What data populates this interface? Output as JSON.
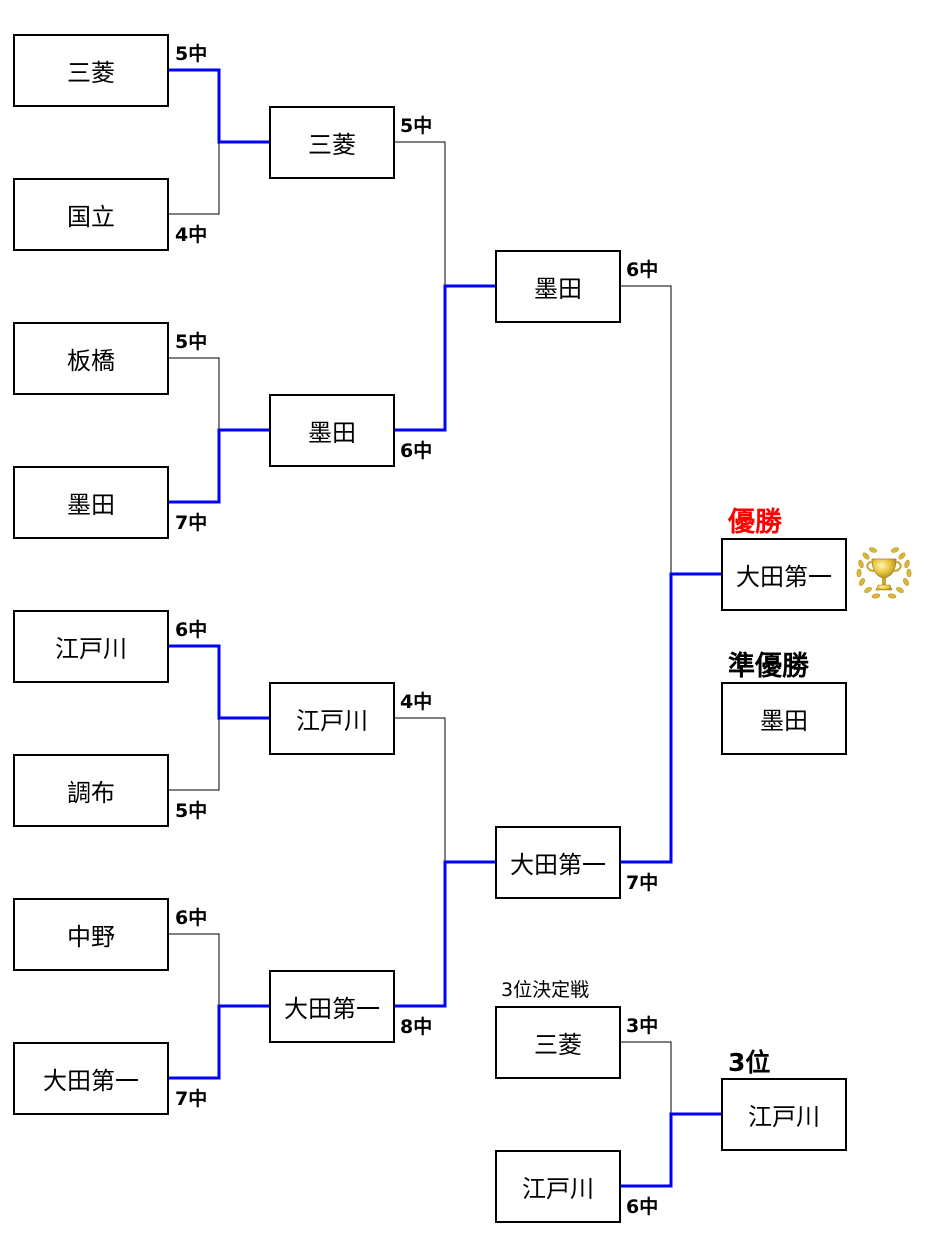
{
  "colors": {
    "winner_line": "#0000ff",
    "loser_line": "#000000",
    "champion_label": "#ff0000"
  },
  "bracket": {
    "round1": [
      {
        "top": {
          "team": "三菱",
          "score": "5中"
        },
        "bottom": {
          "team": "国立",
          "score": "4中"
        },
        "winner": "top"
      },
      {
        "top": {
          "team": "板橋",
          "score": "5中"
        },
        "bottom": {
          "team": "墨田",
          "score": "7中"
        },
        "winner": "bottom"
      },
      {
        "top": {
          "team": "江戸川",
          "score": "6中"
        },
        "bottom": {
          "team": "調布",
          "score": "5中"
        },
        "winner": "top"
      },
      {
        "top": {
          "team": "中野",
          "score": "6中"
        },
        "bottom": {
          "team": "大田第一",
          "score": "7中"
        },
        "winner": "bottom"
      }
    ],
    "round2": [
      {
        "top": {
          "team": "三菱",
          "score": "5中"
        },
        "bottom": {
          "team": "墨田",
          "score": "6中"
        },
        "winner": "bottom"
      },
      {
        "top": {
          "team": "江戸川",
          "score": "4中"
        },
        "bottom": {
          "team": "大田第一",
          "score": "8中"
        },
        "winner": "bottom"
      }
    ],
    "final": {
      "top": {
        "team": "墨田",
        "score": "6中"
      },
      "bottom": {
        "team": "大田第一",
        "score": "7中"
      },
      "winner": "bottom"
    },
    "third_place_match": {
      "label": "3位決定戦",
      "top": {
        "team": "三菱",
        "score": "3中"
      },
      "bottom": {
        "team": "江戸川",
        "score": "6中"
      },
      "winner": "bottom"
    }
  },
  "results": {
    "champion_label": "優勝",
    "champion": "大田第一",
    "runner_up_label": "準優勝",
    "runner_up": "墨田",
    "third_label": "3位",
    "third": "江戸川",
    "trophy_icon": "trophy-with-laurel-icon"
  }
}
